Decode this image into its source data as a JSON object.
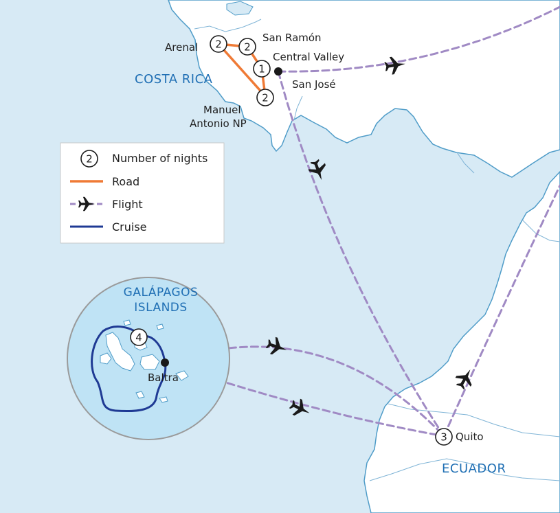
{
  "colors": {
    "sea": "#d7eaf5",
    "land": "#ffffff",
    "coast": "#4f9cc8",
    "road": "#ef7a36",
    "flight": "#a08ac4",
    "cruise": "#1f3a94",
    "label_country": "#1f6fb4",
    "inset_fill": "#bfe3f5",
    "inset_border": "#9a9a9a"
  },
  "countries": {
    "costa_rica": "COSTA RICA",
    "ecuador": "ECUADOR"
  },
  "places": {
    "arenal": "Arenal",
    "san_ramon": "San Ramón",
    "central_valley": "Central Valley",
    "san_jose": "San José",
    "manuel_line1": "Manuel",
    "manuel_line2": "Antonio NP",
    "baltra": "Baltra",
    "quito": "Quito"
  },
  "nights": {
    "arenal": "2",
    "san_ramon": "2",
    "central_valley": "1",
    "manuel_antonio": "2",
    "galapagos": "4",
    "quito": "3"
  },
  "inset": {
    "title_line1": "GALÁPAGOS",
    "title_line2": "ISLANDS"
  },
  "legend": {
    "nights_sample": "2",
    "nights_label": "Number of nights",
    "road_label": "Road",
    "flight_label": "Flight",
    "cruise_label": "Cruise"
  }
}
